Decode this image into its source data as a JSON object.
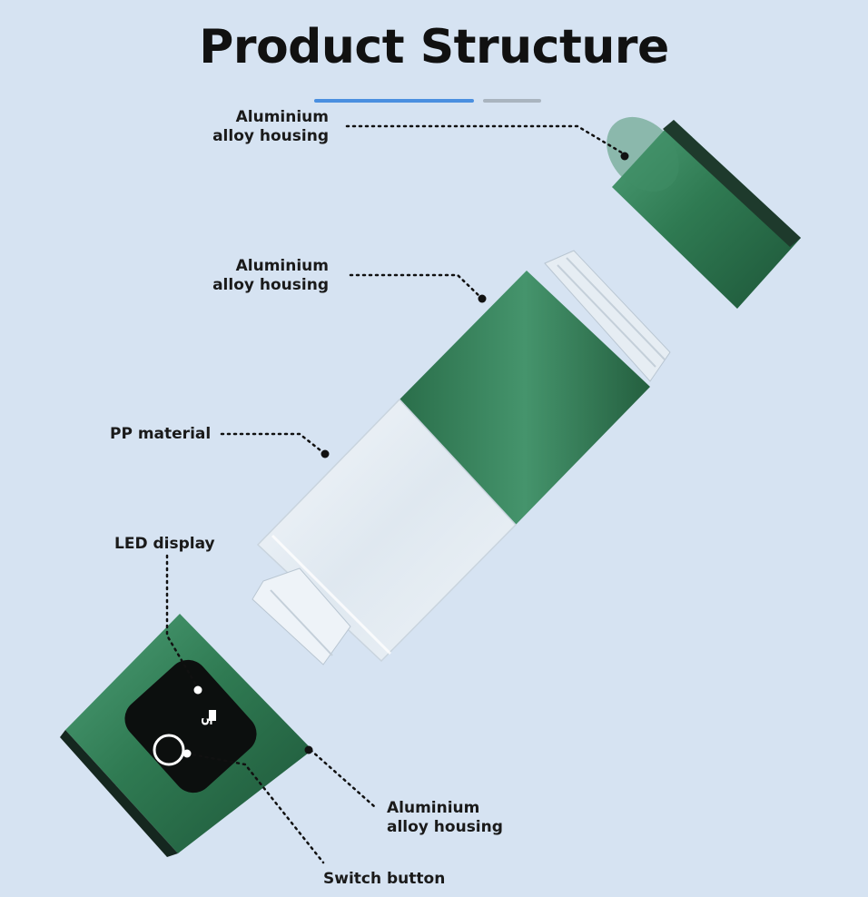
{
  "title": "Product Structure",
  "labels": {
    "top_housing": [
      "Aluminium",
      "alloy housing"
    ],
    "middle_housing": [
      "Aluminium",
      "alloy housing"
    ],
    "pp_material": "PP material",
    "led_display": "LED display",
    "bottom_housing": [
      "Aluminium",
      "alloy housing"
    ],
    "switch_button": "Switch button"
  },
  "display_value": "5",
  "colors": {
    "background": "#d6e3f2",
    "housing_green": "#2f7a52",
    "accent_blue": "#4a8fe0",
    "accent_gray": "#a9b4bf"
  }
}
